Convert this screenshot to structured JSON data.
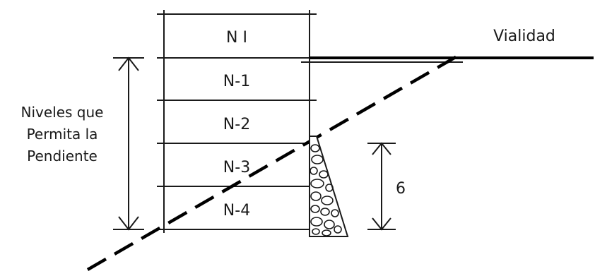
{
  "diagram": {
    "floors": [
      {
        "label": "N I"
      },
      {
        "label": "N-1"
      },
      {
        "label": "N-2"
      },
      {
        "label": "N-3"
      },
      {
        "label": "N-4"
      }
    ],
    "road_label": "Vialidad",
    "levels_label_lines": [
      "Niveles que",
      "Permita la",
      "Pendiente"
    ],
    "dimension_label": "6",
    "colors": {
      "ink": "#1a1a1a",
      "background": "#ffffff"
    }
  }
}
